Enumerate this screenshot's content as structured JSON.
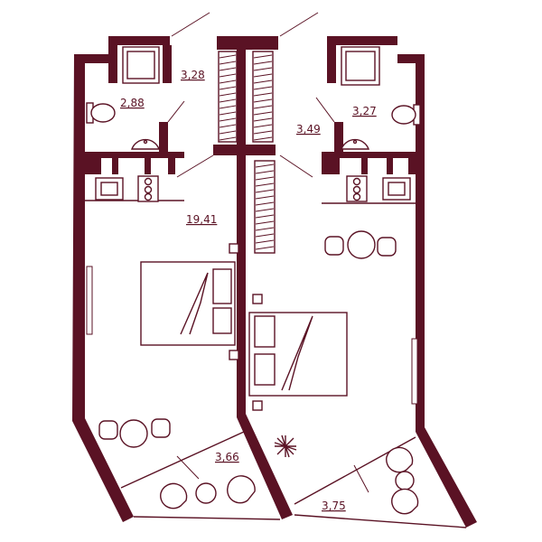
{
  "plan": {
    "areas": [
      "19,41",
      "3,28",
      "2,88",
      "3,66",
      "3,49",
      "3,27",
      "3,75"
    ],
    "colors": {
      "wall": "#5a1224",
      "background": "#ffffff"
    }
  }
}
